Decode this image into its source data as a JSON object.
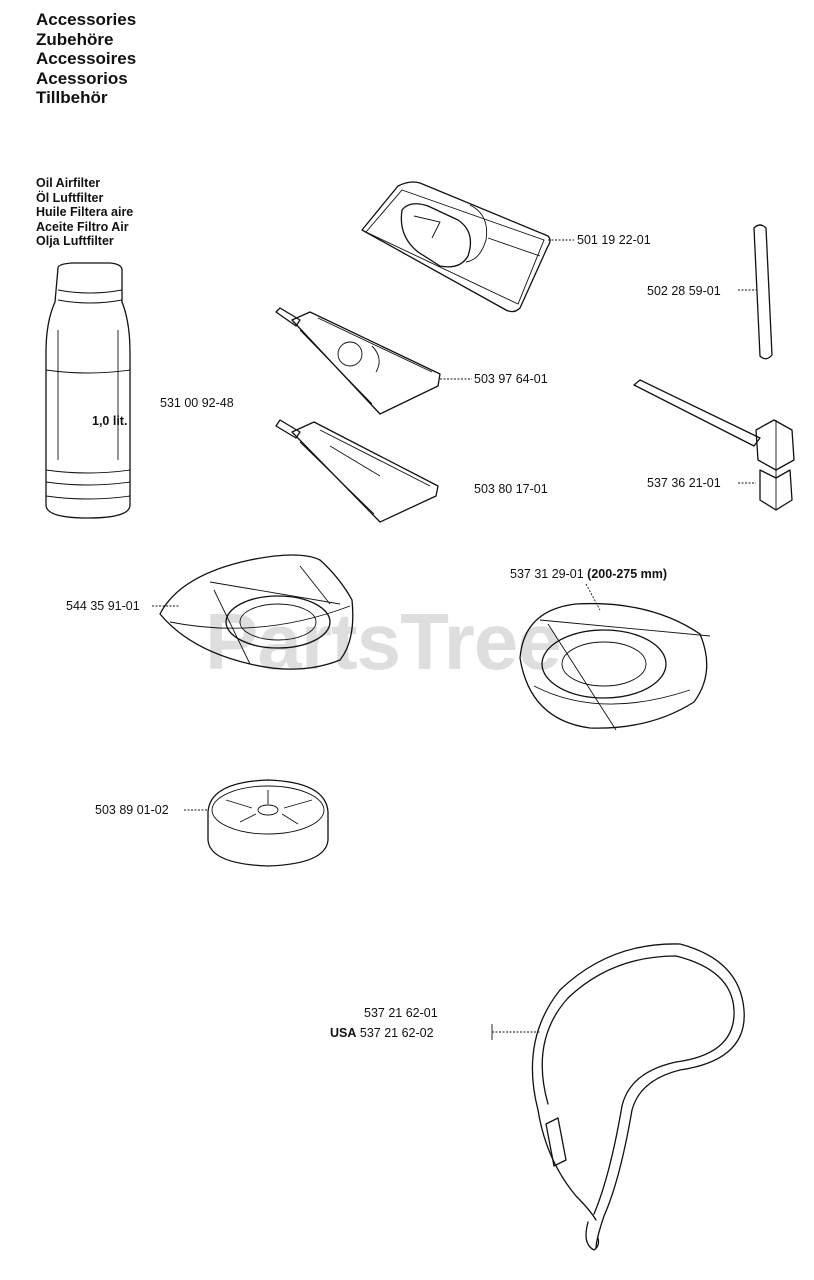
{
  "titles": [
    "Accessories",
    "Zubehöre",
    "Accessoires",
    "Acessorios",
    "Tillbehör"
  ],
  "oil_labels": [
    "Oil Airfilter",
    "Öl Luftfilter",
    "Huile Filtera aire",
    "Aceite Filtro Air",
    "Olja Luftfilter"
  ],
  "bottle_label": "1,0 lit.",
  "watermark": "PartsTree",
  "parts": {
    "p1": "501 19 22-01",
    "p2": "502 28 59-01",
    "p3": "503 97 64-01",
    "p4": "531 00 92-48",
    "p5": "537 36 21-01",
    "p6": "503 80 17-01",
    "p7": "537 31 29-01",
    "p7_spec": "(200-275 mm)",
    "p8": "544 35 91-01",
    "p9": "503 89 01-02",
    "p10": "537 21 62-01",
    "p10_usa_prefix": "USA",
    "p10_usa": "537 21 62-02"
  }
}
